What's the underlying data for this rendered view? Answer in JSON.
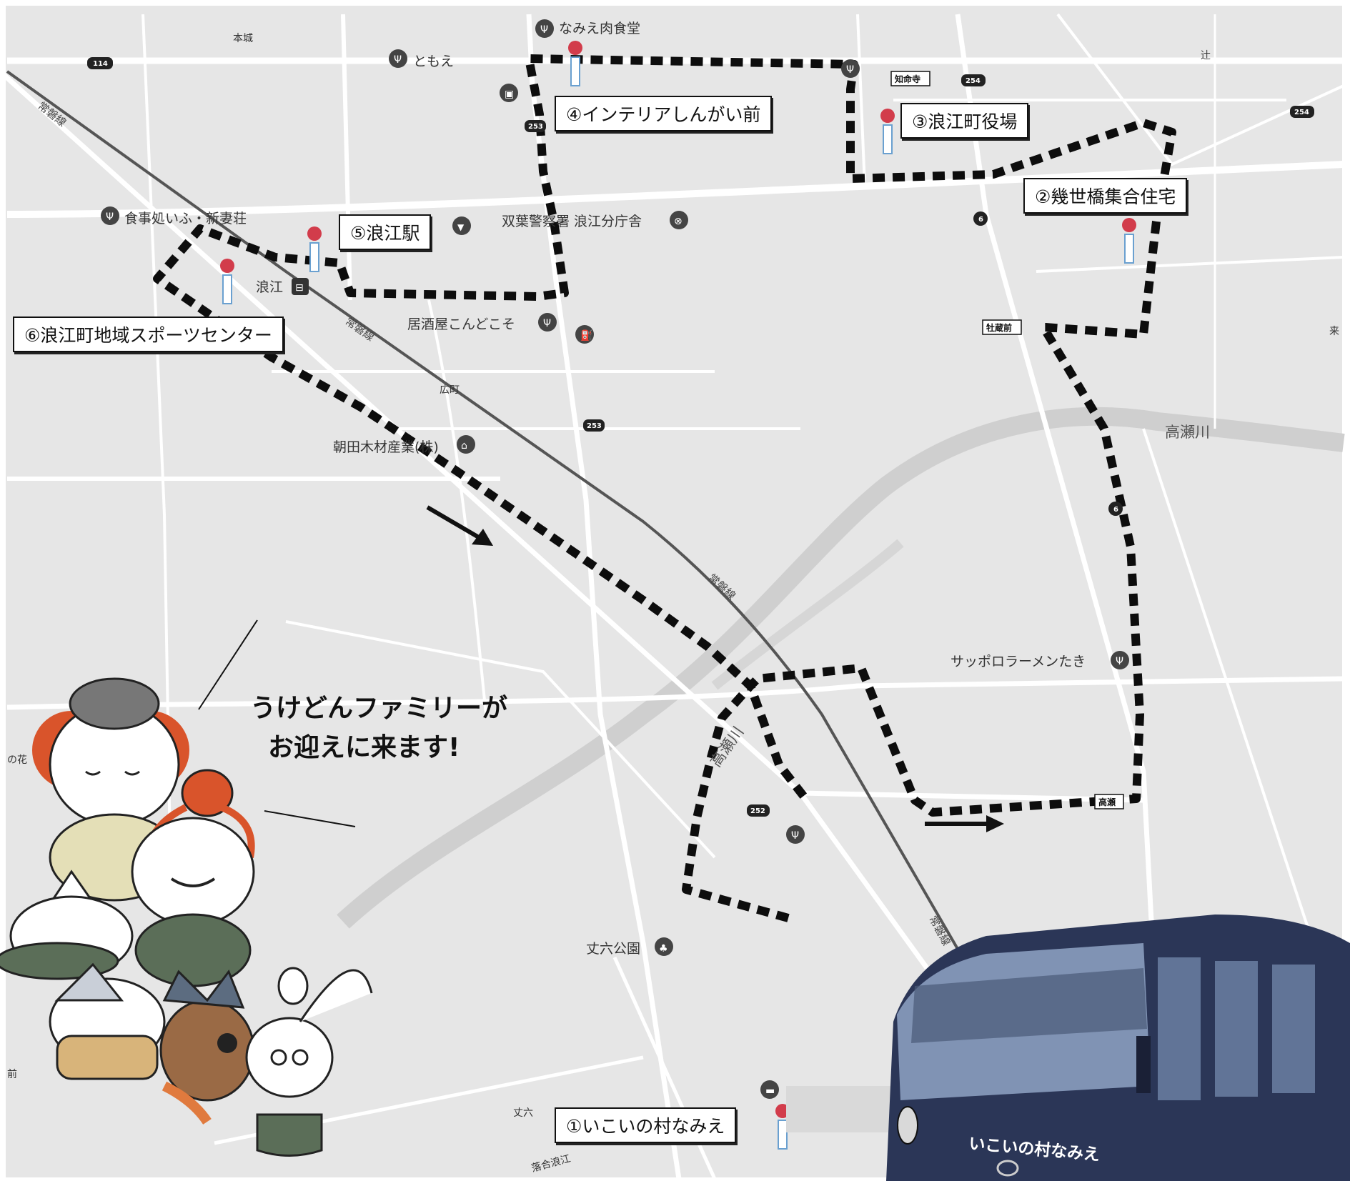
{
  "stops": [
    {
      "id": "stop-1",
      "label": "①いこいの村なみえ"
    },
    {
      "id": "stop-2",
      "label": "②幾世橋集合住宅"
    },
    {
      "id": "stop-3",
      "label": "③浪江町役場"
    },
    {
      "id": "stop-4",
      "label": "④インテリアしんがい前"
    },
    {
      "id": "stop-5",
      "label": "⑤浪江駅"
    },
    {
      "id": "stop-6",
      "label": "⑥浪江町地域スポーツセンター"
    }
  ],
  "tagline": {
    "line1": "うけどんファミリーが",
    "line2": "お迎えに来ます!"
  },
  "poi": {
    "namie_meat": "なみえ肉食堂",
    "tomoe": "ともえ",
    "police": "双葉警察署 浪江分庁舎",
    "restaurant": "食事処いふ・新妻荘",
    "namie_station": "浪江",
    "izakaya": "居酒屋こんどこそ",
    "asada": "朝田木材産業(株)",
    "sapporo": "サッポロラーメンたき",
    "park": "丈六公園",
    "honjo": "本城",
    "tsuji": "辻",
    "hiromachi": "広町",
    "joroku": "丈六",
    "ochiai": "落合浪江",
    "ku": "来",
    "hana": "の花",
    "mae": "前"
  },
  "railway": [
    "常磐線",
    "常磐線",
    "常磐線",
    "常磐線"
  ],
  "river": [
    "高瀬川",
    "高瀬川"
  ],
  "route_numbers": [
    "114",
    "253",
    "253",
    "254",
    "254",
    "6",
    "6",
    "252"
  ],
  "intersections": [
    "知命寺",
    "牡蔵前",
    "高瀬"
  ],
  "bus_sign": "いこいの村なみえ",
  "icons": [
    "restaurant-icon",
    "bus-stop-icon",
    "train-station-icon",
    "police-icon",
    "fuel-icon",
    "shopping-icon",
    "park-icon",
    "hotel-icon",
    "arrow-icon"
  ],
  "colors": {
    "route": "#0d0d0d",
    "map_bg": "#e6e6e6",
    "road": "#ffffff",
    "bus": "#2b3657",
    "stop_pin": "#d23c4b"
  }
}
